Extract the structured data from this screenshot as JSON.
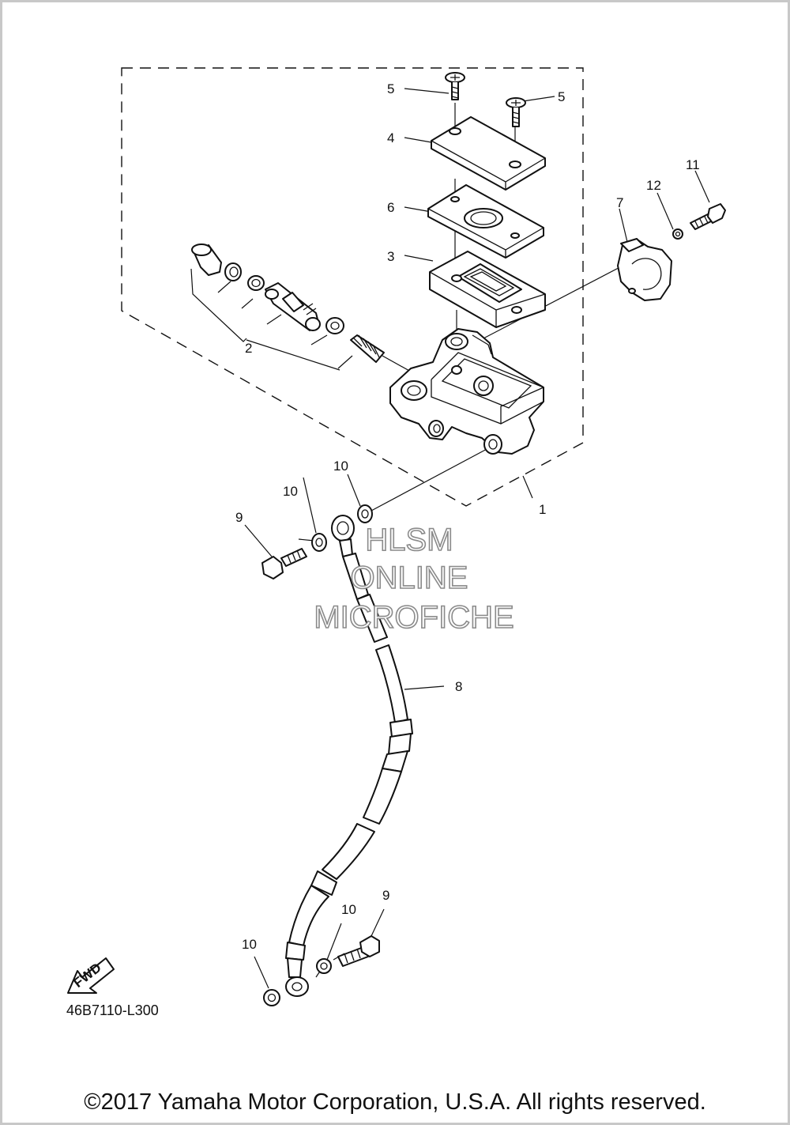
{
  "diagram": {
    "callouts": [
      "1",
      "2",
      "3",
      "4",
      "5",
      "5",
      "6",
      "7",
      "8",
      "9",
      "9",
      "10",
      "10",
      "10",
      "10",
      "11",
      "12"
    ],
    "fwd_label": "FWD",
    "drawing_code": "46B7110-L300"
  },
  "watermark": {
    "line1": "HLSM",
    "line2": "ONLINE",
    "line3": "MICROFICHE"
  },
  "footer": {
    "copyright": "©2017 Yamaha Motor Corporation, U.S.A. All rights reserved."
  }
}
